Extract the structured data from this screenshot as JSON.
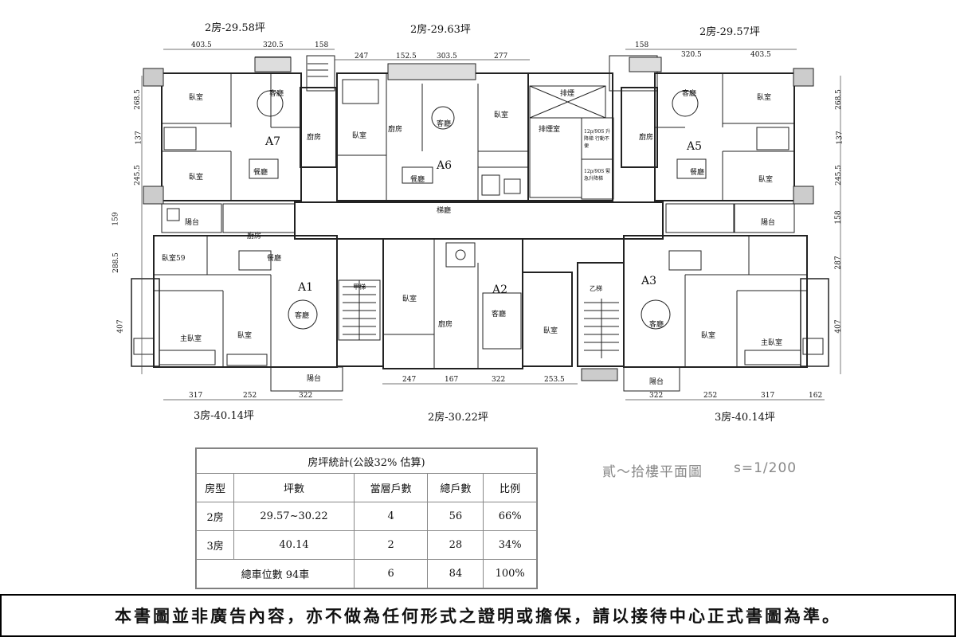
{
  "unit_titles": {
    "top_left": "2房-29.58坪",
    "top_center": "2房-29.63坪",
    "top_right": "2房-29.57坪",
    "bottom_left": "3房-40.14坪",
    "bottom_center": "2房-30.22坪",
    "bottom_right": "3房-40.14坪"
  },
  "unit_codes": [
    "A7",
    "A6",
    "A5",
    "A1",
    "A2",
    "A3"
  ],
  "dimensions": {
    "top": [
      "403.5",
      "320.5",
      "158",
      "247",
      "152.5",
      "303.5",
      "277",
      "158",
      "320.5",
      "403.5"
    ],
    "bottom": [
      "317",
      "252",
      "322",
      "247",
      "167",
      "322",
      "253.5",
      "322",
      "252",
      "317",
      "162"
    ],
    "left": [
      "268.5",
      "137",
      "245.5",
      "159",
      "288.5",
      "407"
    ],
    "right": [
      "268.5",
      "137",
      "245.5",
      "158",
      "287",
      "407"
    ]
  },
  "room_labels": {
    "bedroom": "臥室",
    "master_bedroom": "主臥室",
    "living": "客廳",
    "dining": "餐廳",
    "kitchen": "廚房",
    "balcony": "陽台",
    "lobby": "梯廳",
    "stair_a": "甲梯",
    "stair_b": "乙梯",
    "exhaust": "排煙",
    "exhaust_room": "排煙室",
    "elevator_note_1": "12p/90S 升降梯 行動不便",
    "elevator_note_2": "12p/90S 緊急升降梯",
    "bedroom_59": "臥室59"
  },
  "stats_table": {
    "caption": "房坪統計(公設32% 估算)",
    "headers": [
      "房型",
      "坪數",
      "當層戶數",
      "總戶數",
      "比例"
    ],
    "rows": [
      [
        "2房",
        "29.57~30.22",
        "4",
        "56",
        "66%"
      ],
      [
        "3房",
        "40.14",
        "2",
        "28",
        "34%"
      ],
      [
        "總車位數  94車",
        "",
        "6",
        "84",
        "100%"
      ]
    ]
  },
  "plan_title": "貳～拾樓平面圖",
  "scale": "s=1/200",
  "disclaimer": "本書圖並非廣告內容，亦不做為任何形式之證明或擔保，請以接待中心正式書圖為準。"
}
